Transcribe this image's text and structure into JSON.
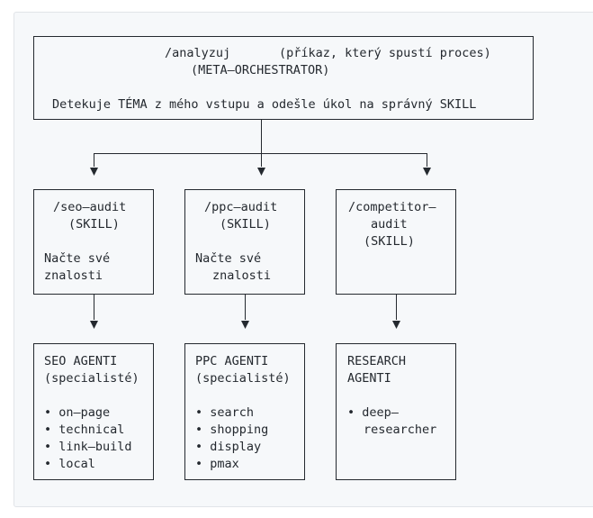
{
  "colors": {
    "background": "#ffffff",
    "panel": "#f6f8fa",
    "panel_border": "#e1e4e8",
    "ink": "#24292f"
  },
  "top": {
    "line1_cmd": "/analyzuj",
    "line1_note": "(příkaz, který spustí proces)",
    "line2": "(META–ORCHESTRATOR)",
    "line3": "Detekuje TÉMA z mého vstupu a odešle úkol na správný SKILL"
  },
  "skills": [
    {
      "lines": [
        "/seo–audit",
        "(SKILL)",
        "",
        "Načte své",
        "znalosti"
      ]
    },
    {
      "lines": [
        "/ppc–audit",
        "(SKILL)",
        "",
        "Načte své",
        "znalosti"
      ]
    },
    {
      "lines": [
        "/competitor–",
        "audit",
        "(SKILL)"
      ]
    }
  ],
  "agents": [
    {
      "lines": [
        "SEO AGENTI",
        "(specialisté)",
        "",
        "• on–page",
        "• technical",
        "• link–build",
        "• local"
      ]
    },
    {
      "lines": [
        "PPC AGENTI",
        "(specialisté)",
        "",
        "• search",
        "• shopping",
        "• display",
        "• pmax"
      ]
    },
    {
      "lines": [
        "RESEARCH",
        "AGENTI",
        "",
        "• deep–",
        "researcher"
      ]
    }
  ]
}
